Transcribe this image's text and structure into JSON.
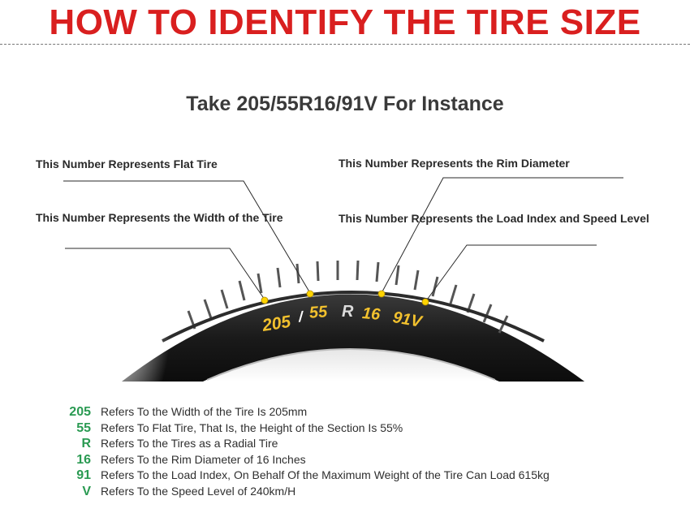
{
  "header": {
    "title": "HOW TO IDENTIFY THE TIRE SIZE",
    "subtitle": "Take 205/55R16/91V For Instance"
  },
  "callouts": {
    "flat_tire": "This Number Represents Flat Tire",
    "width": "This Number Represents the Width of the Tire",
    "rim_diameter": "This Number Represents the Rim Diameter",
    "load_speed": "This Number Represents the Load Index and Speed Level"
  },
  "tire_markings": {
    "width": "205",
    "slash": "/",
    "aspect": "55",
    "construction": "R",
    "rim": "16",
    "load_speed": "91V"
  },
  "legend": [
    {
      "code": "205",
      "text": "Refers To the Width of the Tire Is 205mm"
    },
    {
      "code": "55",
      "text": "Refers To Flat Tire, That Is, the Height of the Section Is 55%"
    },
    {
      "code": "R",
      "text": "Refers To the Tires as a Radial Tire"
    },
    {
      "code": "16",
      "text": "Refers To the Rim Diameter of 16 Inches"
    },
    {
      "code": "91",
      "text": "Refers To the Load Index, On Behalf Of the Maximum Weight of the Tire Can Load 615kg"
    },
    {
      "code": "V",
      "text": "Refers To the Speed Level of 240km/H"
    }
  ],
  "colors": {
    "title": "#d91f1f",
    "legend_code": "#2a9a52",
    "marker": "#ffd400",
    "tire_marking": "#f2c12e"
  }
}
